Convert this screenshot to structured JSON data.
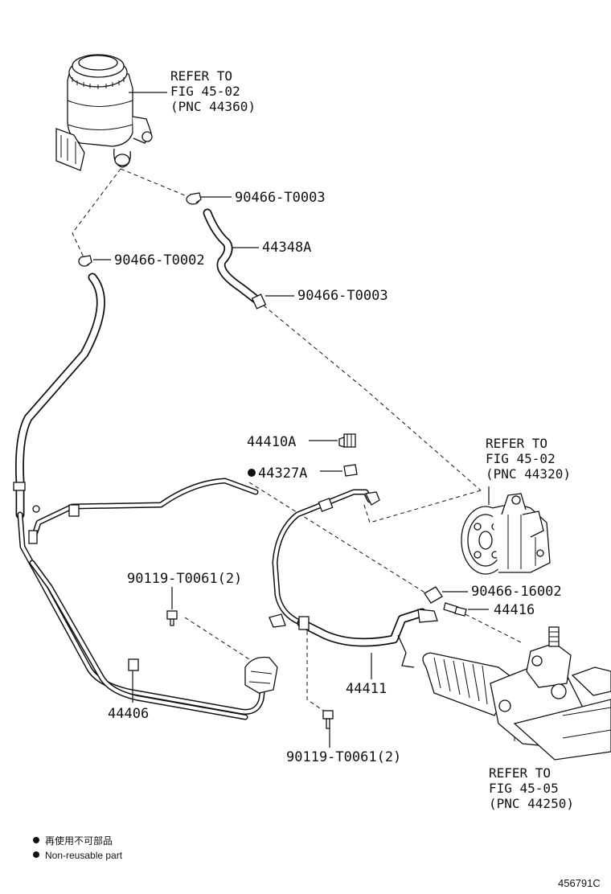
{
  "callouts": {
    "reservoir_ref": [
      "REFER TO",
      "FIG 45-02",
      "(PNC 44360)"
    ],
    "pump_ref": [
      "REFER TO",
      "FIG 45-02",
      "(PNC 44320)"
    ],
    "gear_ref": [
      "REFER TO",
      "FIG 45-05",
      "(PNC 44250)"
    ]
  },
  "parts": {
    "clip_top": "90466-T0003",
    "hose_44348A": "44348A",
    "clip_left": "90466-T0002",
    "clip_mid": "90466-T0003",
    "bolt_44410A": "44410A",
    "gasket_44327A": "44327A",
    "bolt_left": "90119-T0061(2)",
    "clip_pump": "90466-16002",
    "union_44416": "44416",
    "hose_44411": "44411",
    "tube_44406": "44406",
    "bolt_bottom": "90119-T0061(2)"
  },
  "legend": {
    "line1": "再使用不可部品",
    "line2": "Non-reusable part"
  },
  "figure_id": "456791C"
}
